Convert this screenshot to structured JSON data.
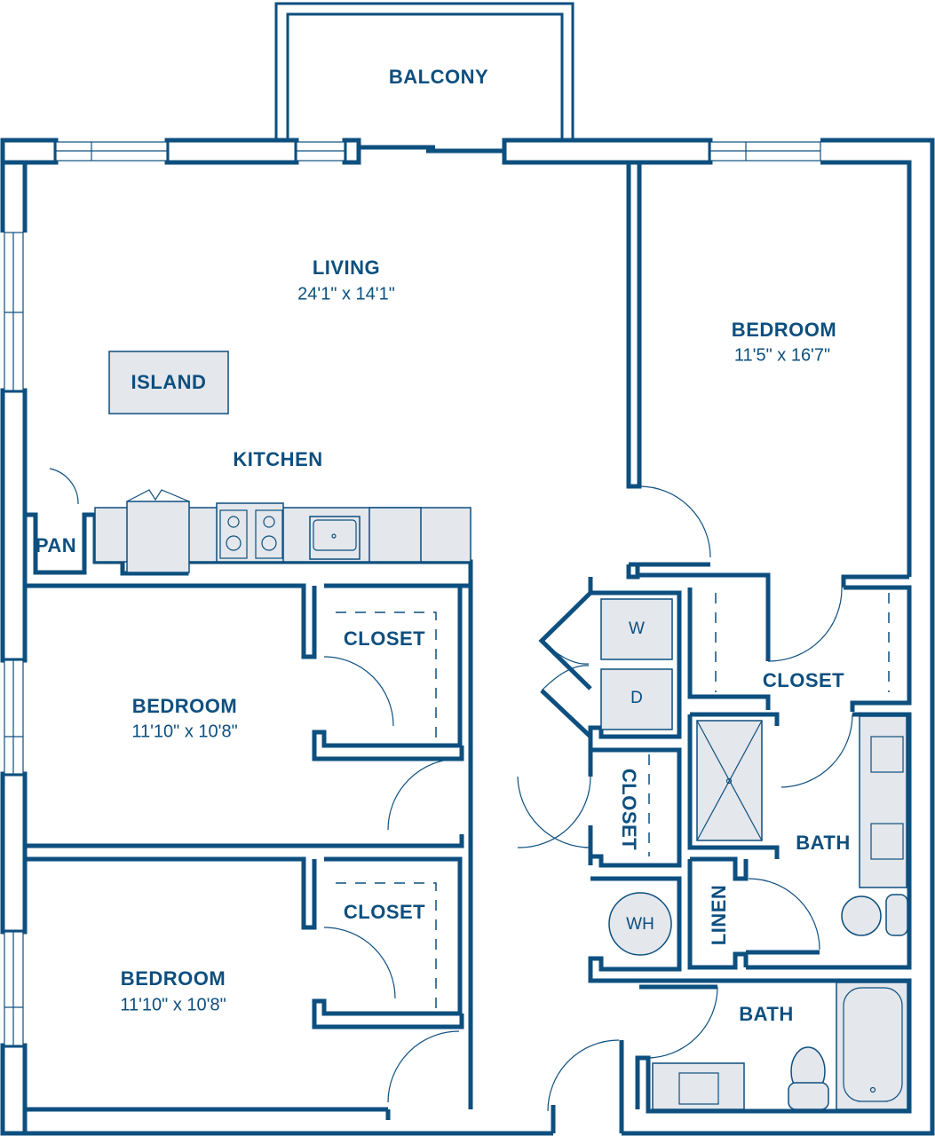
{
  "floorplan": {
    "colors": {
      "wall": "#0d4f7f",
      "fixture_fill": "#e4e7ec",
      "background": "#ffffff"
    },
    "rooms": {
      "balcony": {
        "label": "BALCONY"
      },
      "living": {
        "label": "LIVING",
        "dimensions": "24'1\" x 14'1\""
      },
      "island": {
        "label": "ISLAND"
      },
      "kitchen": {
        "label": "KITCHEN"
      },
      "pantry": {
        "label": "PAN"
      },
      "primary_bedroom": {
        "label": "BEDROOM",
        "dimensions": "11'5\" x 16'7\""
      },
      "bedroom_2": {
        "label": "BEDROOM",
        "dimensions": "11'10\" x 10'8\""
      },
      "bedroom_2_closet": {
        "label": "CLOSET"
      },
      "bedroom_3": {
        "label": "BEDROOM",
        "dimensions": "11'10\" x 10'8\""
      },
      "bedroom_3_closet": {
        "label": "CLOSET"
      },
      "washer": {
        "label": "W"
      },
      "dryer": {
        "label": "D"
      },
      "primary_closet": {
        "label": "CLOSET"
      },
      "hall_closet": {
        "label": "CLOSET"
      },
      "primary_bath": {
        "label": "BATH"
      },
      "water_heater": {
        "label": "WH"
      },
      "linen": {
        "label": "LINEN"
      },
      "hall_bath": {
        "label": "BATH"
      }
    }
  }
}
